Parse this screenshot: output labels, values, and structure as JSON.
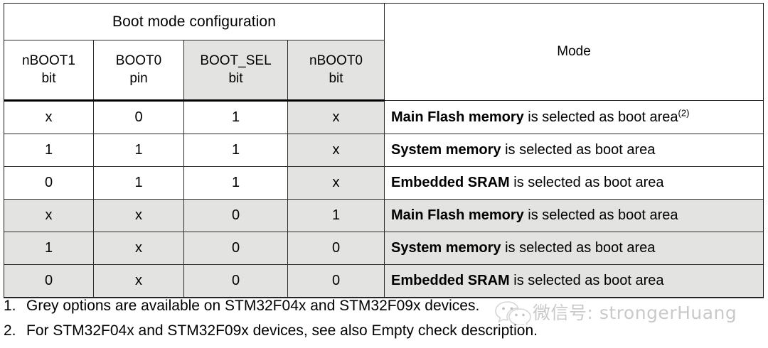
{
  "table": {
    "title": "Boot mode configuration",
    "mode_header": "Mode",
    "columns": [
      {
        "name": "nBOOT1",
        "unit": "bit",
        "shaded": false
      },
      {
        "name": "BOOT0",
        "unit": "pin",
        "shaded": false
      },
      {
        "name": "BOOT_SEL",
        "unit": "bit",
        "shaded": true
      },
      {
        "name": "nBOOT0",
        "unit": "bit",
        "shaded": true
      }
    ],
    "rows": [
      {
        "nboot1": "x",
        "boot0": "0",
        "boot_sel": "1",
        "nboot0": "x",
        "mode_bold": "Main Flash memory",
        "mode_rest": " is selected as boot area",
        "footnote_ref": "(2)",
        "row_shaded": false,
        "bootsel_shaded": false,
        "nboot0_shaded": true
      },
      {
        "nboot1": "1",
        "boot0": "1",
        "boot_sel": "1",
        "nboot0": "x",
        "mode_bold": "System memory",
        "mode_rest": " is selected as boot area",
        "footnote_ref": "",
        "row_shaded": false,
        "bootsel_shaded": false,
        "nboot0_shaded": true
      },
      {
        "nboot1": "0",
        "boot0": "1",
        "boot_sel": "1",
        "nboot0": "x",
        "mode_bold": "Embedded SRAM",
        "mode_rest": " is selected as boot area",
        "footnote_ref": "",
        "row_shaded": false,
        "bootsel_shaded": false,
        "nboot0_shaded": true
      },
      {
        "nboot1": "x",
        "boot0": "x",
        "boot_sel": "0",
        "nboot0": "1",
        "mode_bold": "Main Flash memory",
        "mode_rest": " is selected as boot area",
        "footnote_ref": "",
        "row_shaded": true,
        "bootsel_shaded": true,
        "nboot0_shaded": true
      },
      {
        "nboot1": "1",
        "boot0": "x",
        "boot_sel": "0",
        "nboot0": "0",
        "mode_bold": "System memory",
        "mode_rest": " is selected as boot area",
        "footnote_ref": "",
        "row_shaded": true,
        "bootsel_shaded": true,
        "nboot0_shaded": true
      },
      {
        "nboot1": "0",
        "boot0": "x",
        "boot_sel": "0",
        "nboot0": "0",
        "mode_bold": "Embedded SRAM",
        "mode_rest": " is selected as boot area",
        "footnote_ref": "",
        "row_shaded": true,
        "bootsel_shaded": true,
        "nboot0_shaded": true
      }
    ]
  },
  "footnotes": [
    {
      "num": "1.",
      "text": "Grey options are available on STM32F04x and STM32F09x devices."
    },
    {
      "num": "2.",
      "text": "For STM32F04x and STM32F09x devices, see also Empty check description."
    }
  ],
  "watermark": {
    "text": "微信号: strongerHuang",
    "logo": "wechat-icon"
  },
  "colors": {
    "shade_grey": "#e3e3e1",
    "border": "#2b2b2b",
    "text": "#000000",
    "watermark_text": "#a9a9a9"
  }
}
